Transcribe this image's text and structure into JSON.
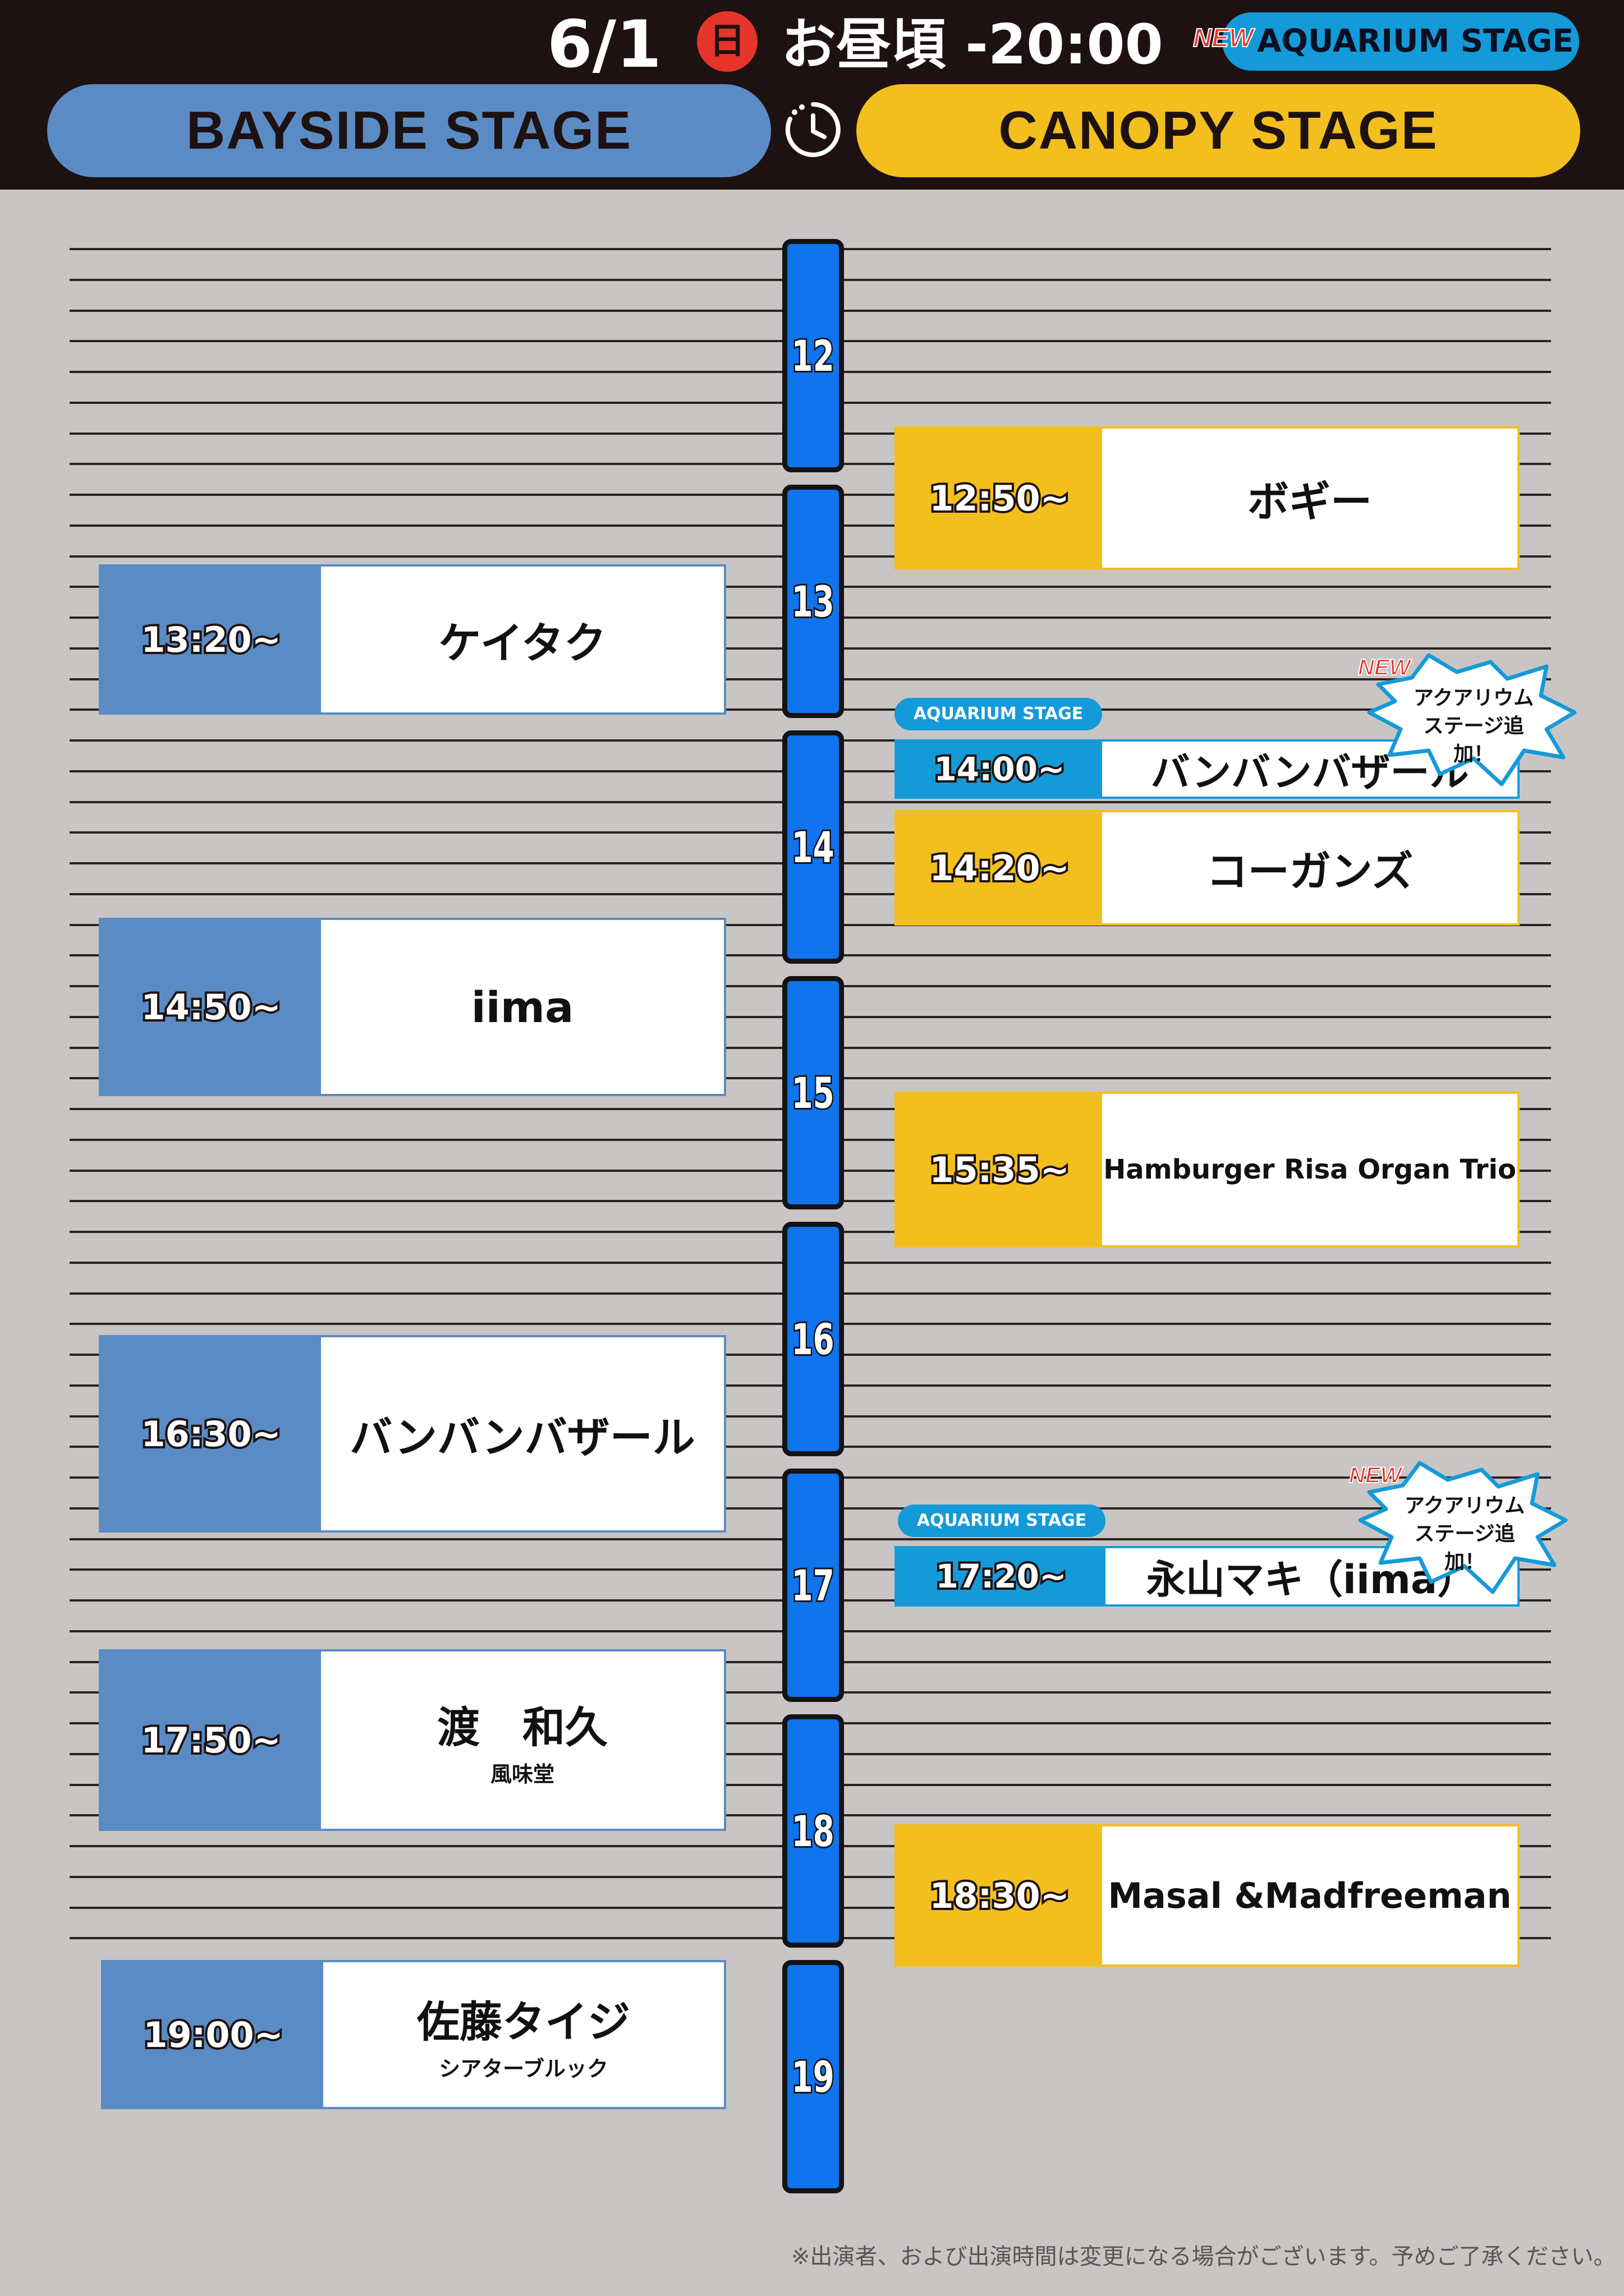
{
  "header": {
    "date": "6/1",
    "day": "日",
    "time_range": "お昼頃 -20:00",
    "new_label": "NEW",
    "aquarium_stage": "AQUARIUM STAGE",
    "bayside_stage": "BAYSIDE STAGE",
    "canopy_stage": "CANOPY STAGE"
  },
  "hours": [
    "12",
    "13",
    "14",
    "15",
    "16",
    "17",
    "18",
    "19"
  ],
  "bayside": [
    {
      "time": "13:20~",
      "name": "ケイタク",
      "sub": ""
    },
    {
      "time": "14:50~",
      "name": "iima",
      "sub": ""
    },
    {
      "time": "16:30~",
      "name": "バンバンバザール",
      "sub": ""
    },
    {
      "time": "17:50~",
      "name": "渡　和久",
      "sub": "風味堂"
    },
    {
      "time": "19:00~",
      "name": "佐藤タイジ",
      "sub": "シアターブルック"
    }
  ],
  "canopy": [
    {
      "time": "12:50~",
      "name": "ボギー"
    },
    {
      "time": "14:20~",
      "name": "コーガンズ"
    },
    {
      "time": "15:35~",
      "name": "Hamburger Risa Organ Trio"
    },
    {
      "time": "18:30~",
      "name": "Masal  &Madfreeman"
    }
  ],
  "aquarium": [
    {
      "stage_label": "AQUARIUM STAGE",
      "time": "14:00~",
      "name": "バンバンバザール",
      "new": "NEW",
      "note_line1": "アクアリウム",
      "note_line2": "ステージ追加！"
    },
    {
      "stage_label": "AQUARIUM STAGE",
      "time": "17:20~",
      "name": "永山マキ（iima）",
      "new": "NEW",
      "note_line1": "アクアリウム",
      "note_line2": "ステージ追加！"
    }
  ],
  "footnote": "※出演者、および出演時間は変更になる場合がございます。予めご了承ください。",
  "colors": {
    "header_bg": "#1d1211",
    "bayside": "#5b8bc4",
    "canopy": "#f3bf1e",
    "aquarium": "#149ad8",
    "hour_block": "#0f74ee",
    "background": "#c9c5c4",
    "day_badge": "#e5352b"
  },
  "icons": [
    "clock-icon"
  ]
}
